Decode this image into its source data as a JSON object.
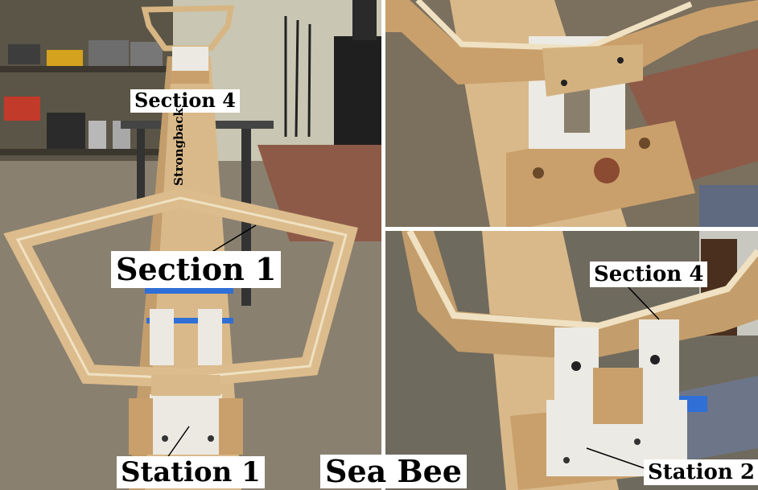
{
  "labels": {
    "section4_left": "Section 4",
    "strongback": "Strongback",
    "section1": "Section 1",
    "station1": "Station 1",
    "sea_bee": "Sea Bee",
    "section4_right": "Section 4",
    "station2": "Station 2"
  },
  "colors": {
    "plywood": "#d9b98a",
    "plywood_edge": "#efe1c2",
    "floor_concrete": "#8a8070",
    "brick_floor": "#8e5a48",
    "delrin_white": "#eceae4",
    "blue_tape": "#2f6fd6",
    "wall": "#c9c6b3"
  }
}
